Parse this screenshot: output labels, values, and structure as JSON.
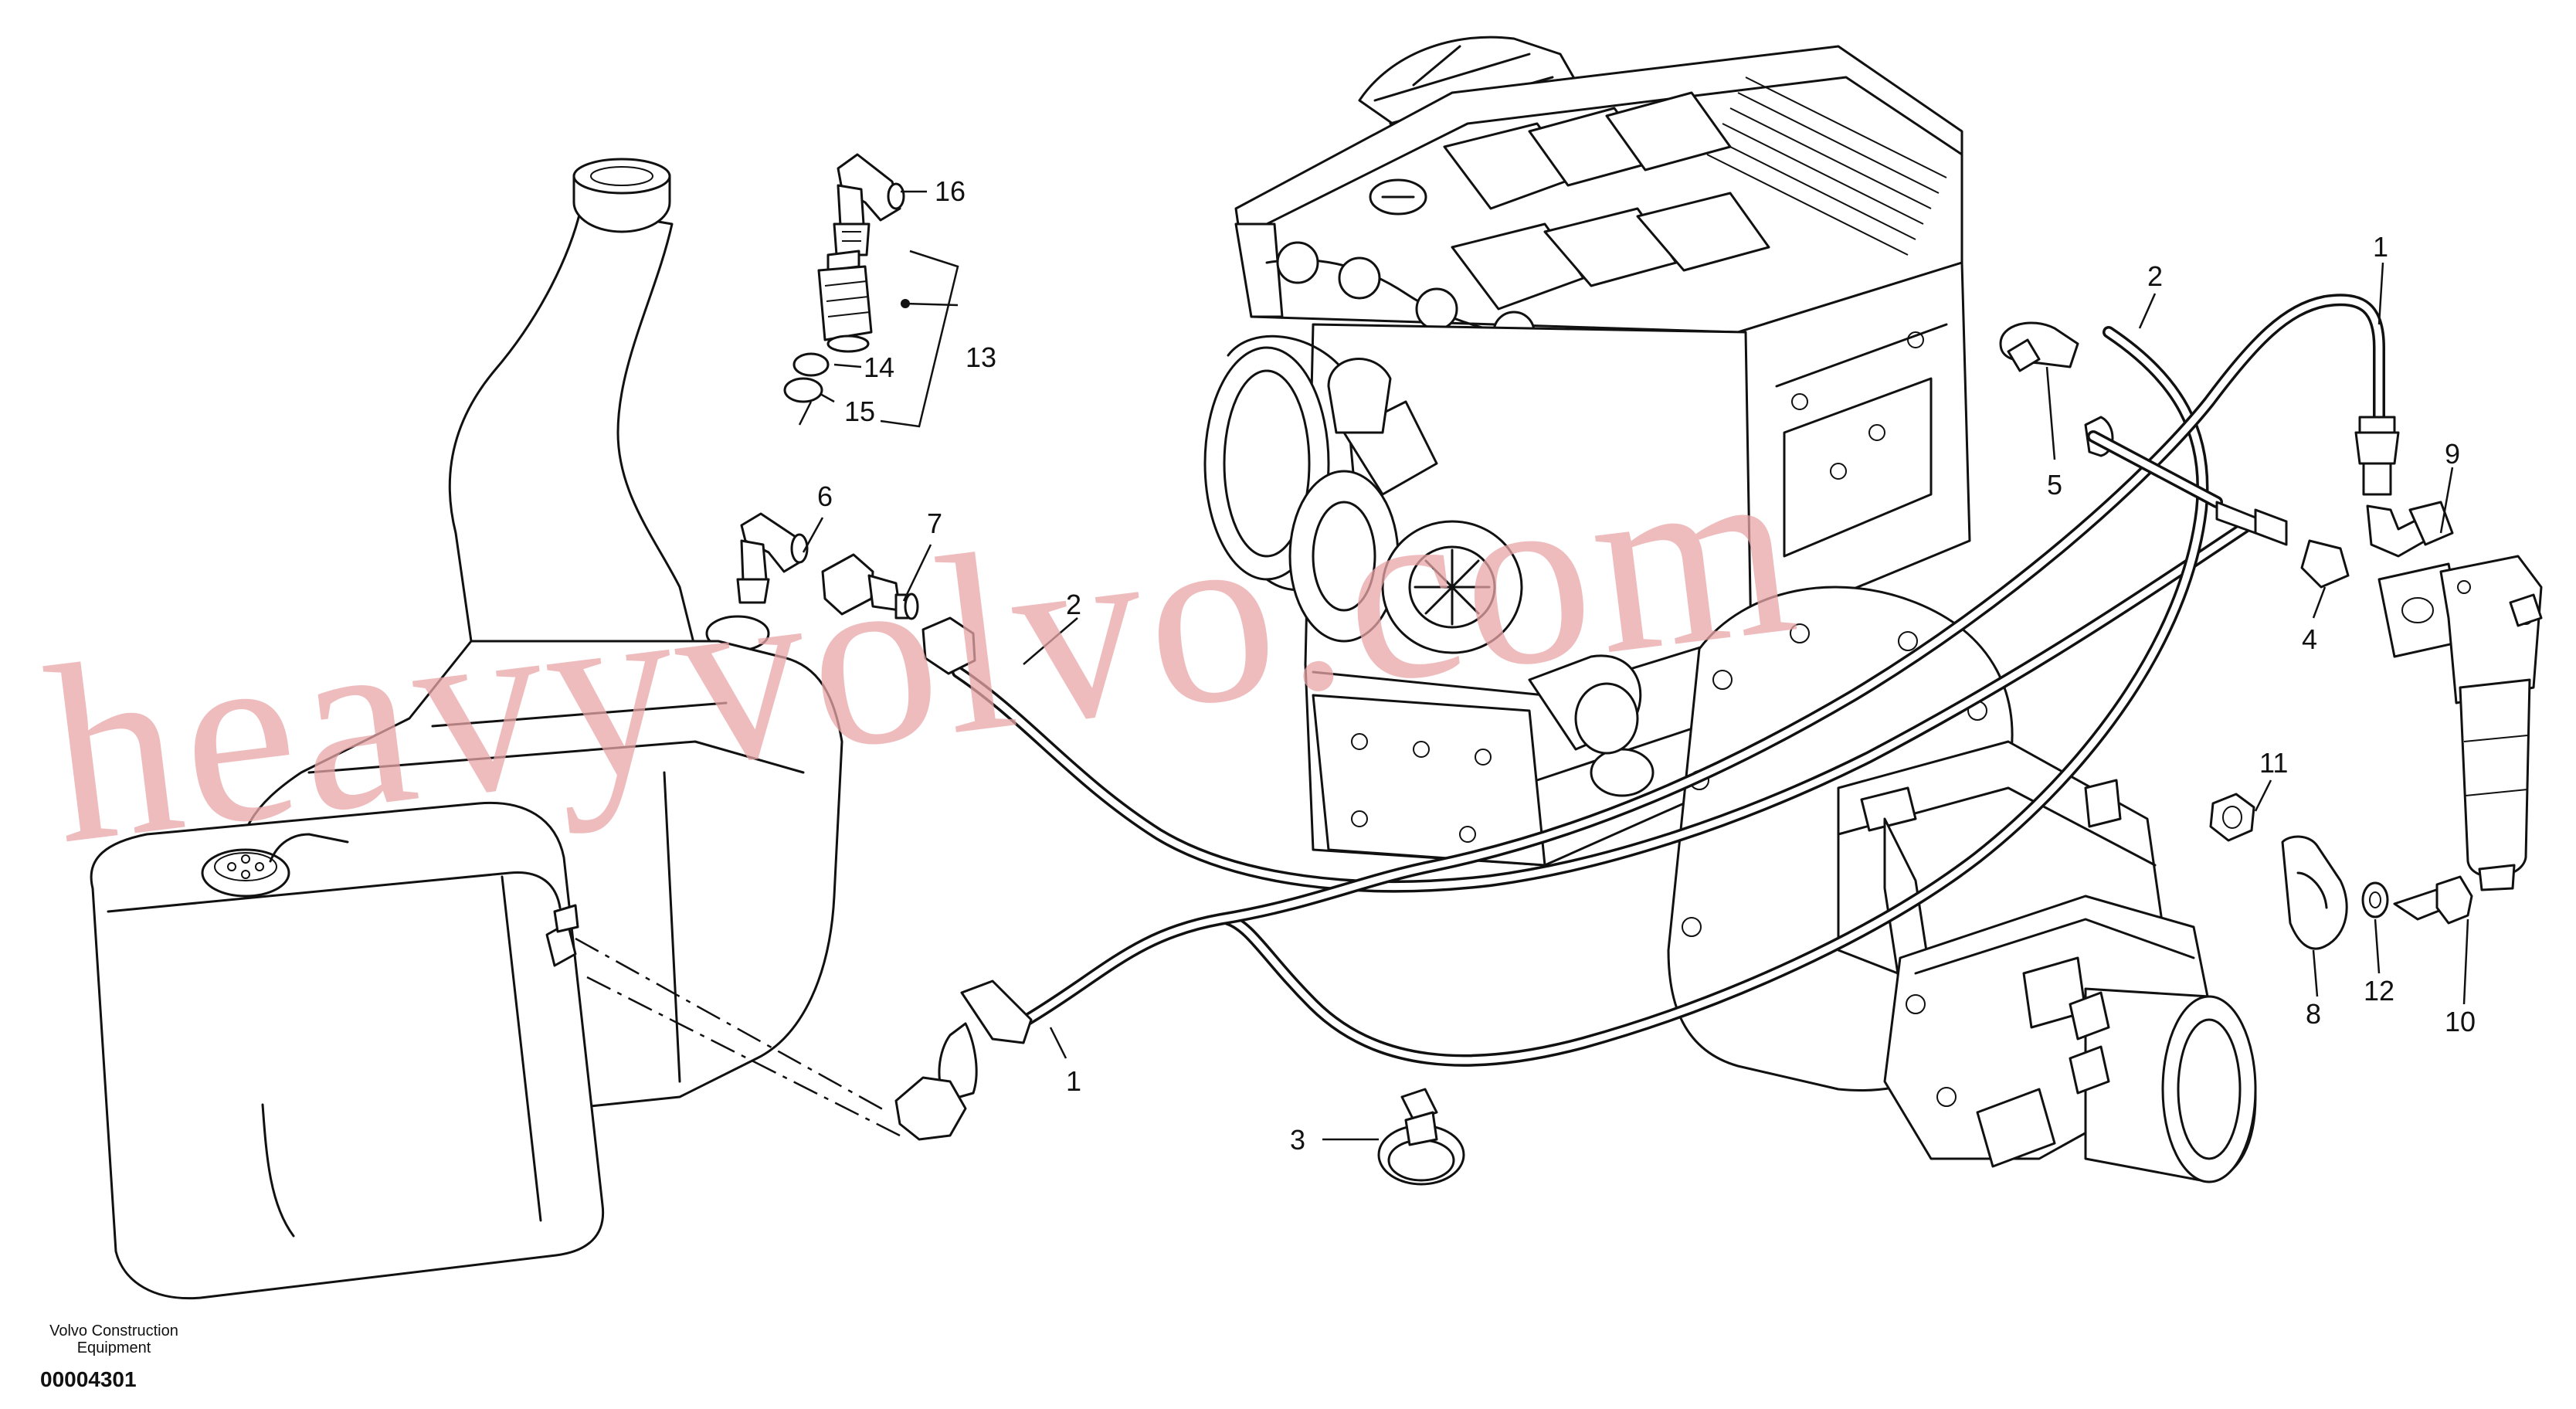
{
  "diagram": {
    "watermark": "heavyvolvo.com",
    "company": "Volvo Construction Equipment",
    "drawing_number": "00004301",
    "callouts": [
      {
        "id": "c16a",
        "label": "16"
      },
      {
        "id": "c14",
        "label": "14"
      },
      {
        "id": "c13",
        "label": "13"
      },
      {
        "id": "c15",
        "label": "15"
      },
      {
        "id": "c6",
        "label": "6"
      },
      {
        "id": "c7",
        "label": "7"
      },
      {
        "id": "c2a",
        "label": "2"
      },
      {
        "id": "c2b",
        "label": "2"
      },
      {
        "id": "c1a",
        "label": "1"
      },
      {
        "id": "c1b",
        "label": "1"
      },
      {
        "id": "c5",
        "label": "5"
      },
      {
        "id": "c9",
        "label": "9"
      },
      {
        "id": "c4",
        "label": "4"
      },
      {
        "id": "c11",
        "label": "11"
      },
      {
        "id": "c8",
        "label": "8"
      },
      {
        "id": "c12",
        "label": "12"
      },
      {
        "id": "c10",
        "label": "10"
      },
      {
        "id": "c3",
        "label": "3"
      }
    ]
  }
}
